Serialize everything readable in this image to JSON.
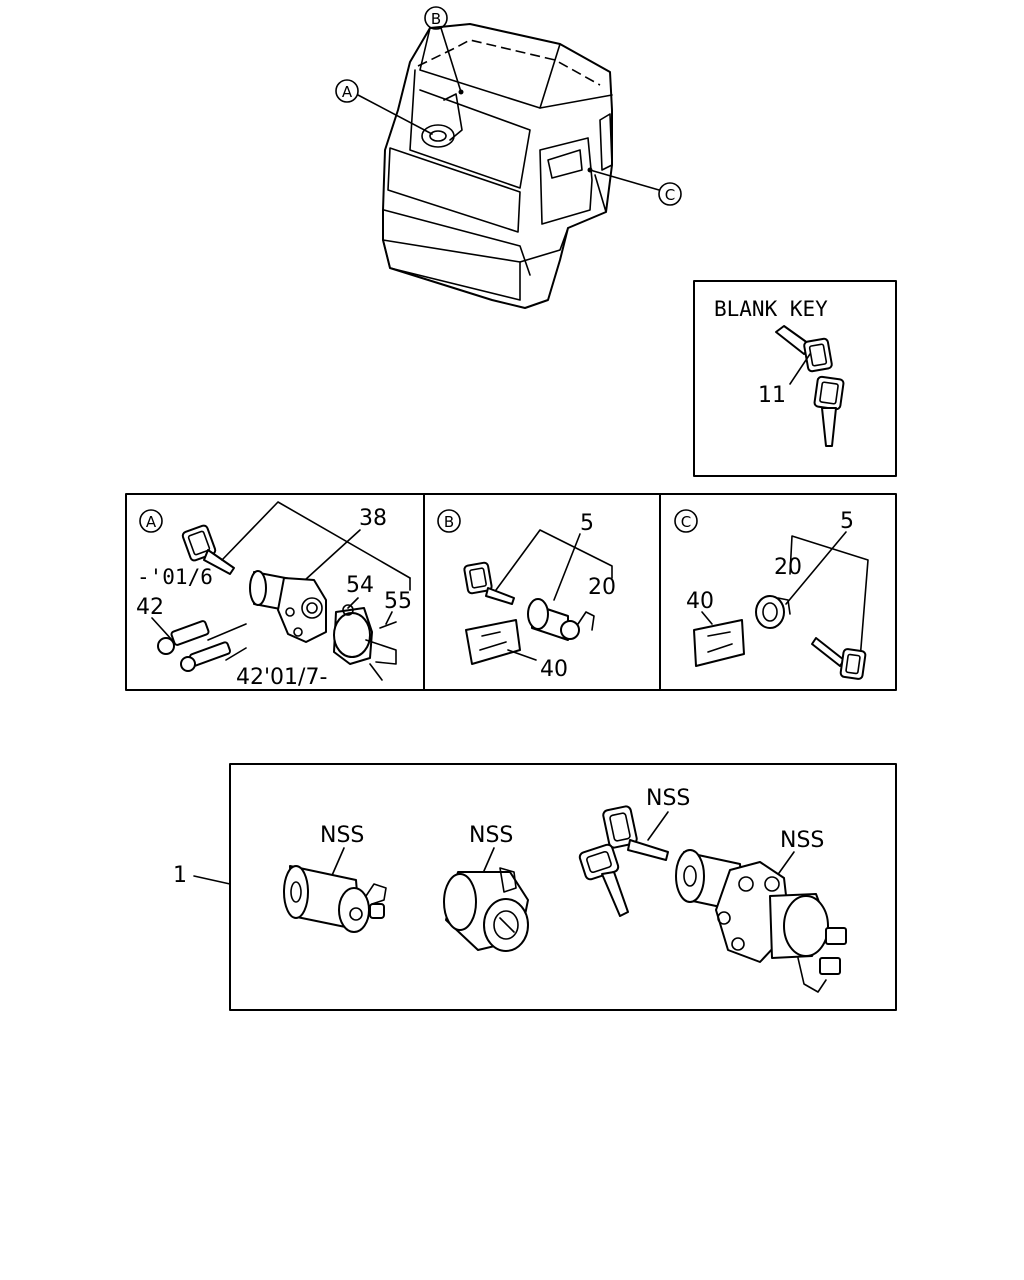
{
  "cab": {
    "callout_a": "A",
    "callout_b": "B",
    "callout_c": "C"
  },
  "blank_key_box": {
    "title": "BLANK KEY",
    "part_11": "11"
  },
  "panel_a": {
    "letter": "A",
    "part_38": "38",
    "note_01_6": "-'01/6",
    "part_54": "54",
    "part_55": "55",
    "part_42": "42",
    "part_42_note": "42'01/7-"
  },
  "panel_b": {
    "letter": "B",
    "part_5": "5",
    "part_20": "20",
    "part_40": "40"
  },
  "panel_c": {
    "letter": "C",
    "part_5": "5",
    "part_20": "20",
    "part_40": "40"
  },
  "kit_box": {
    "part_1": "1",
    "nss_1": "NSS",
    "nss_2": "NSS",
    "nss_3": "NSS",
    "nss_4": "NSS"
  }
}
